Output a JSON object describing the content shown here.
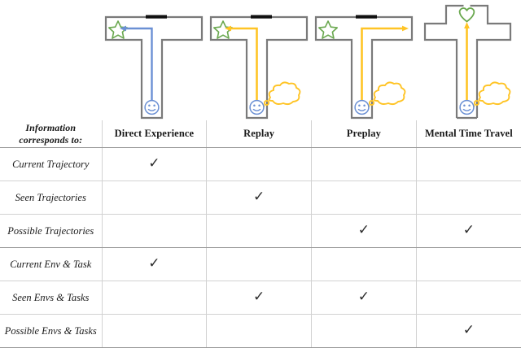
{
  "figure": {
    "kind": "comparison-matrix-with-maze-diagrams"
  },
  "table": {
    "label_header_line1": "Information",
    "label_header_line2": "corresponds to:",
    "columns": [
      {
        "key": "direct_experience",
        "label": "Direct Experience"
      },
      {
        "key": "replay",
        "label": "Replay"
      },
      {
        "key": "preplay",
        "label": "Preplay"
      },
      {
        "key": "mental_time_travel",
        "label": "Mental Time Travel"
      }
    ],
    "rows": [
      {
        "label": "Current Trajectory",
        "marks": [
          true,
          false,
          false,
          false
        ],
        "group_end": false
      },
      {
        "label": "Seen Trajectories",
        "marks": [
          false,
          true,
          false,
          false
        ],
        "group_end": false
      },
      {
        "label": "Possible Trajectories",
        "marks": [
          false,
          false,
          true,
          true
        ],
        "group_end": true
      },
      {
        "label": "Current Env & Task",
        "marks": [
          true,
          false,
          false,
          false
        ],
        "group_end": false
      },
      {
        "label": "Seen Envs & Tasks",
        "marks": [
          false,
          true,
          true,
          false
        ],
        "group_end": false
      },
      {
        "label": "Possible Envs & Tasks",
        "marks": [
          false,
          false,
          false,
          true
        ],
        "group_end": false
      }
    ],
    "check_glyph": "✓"
  },
  "diagrams": [
    {
      "key": "direct_experience",
      "maze_shape": "t-maze",
      "goal_icon": "star-icon",
      "goal_position": "left-arm-end",
      "agent_icon": "smiley-face-icon",
      "path_color": "#6B90D4",
      "path_direction": "up-then-left",
      "thought_bubble": false,
      "barrier": true
    },
    {
      "key": "replay",
      "maze_shape": "t-maze",
      "goal_icon": "star-icon",
      "goal_position": "left-arm-end",
      "agent_icon": "smiley-face-icon",
      "path_color": "#FFC425",
      "path_direction": "up-then-left",
      "thought_bubble": true,
      "barrier": true
    },
    {
      "key": "preplay",
      "maze_shape": "t-maze",
      "goal_icon": "star-icon",
      "goal_position": "left-arm-end",
      "agent_icon": "smiley-face-icon",
      "path_color": "#FFC425",
      "path_direction": "up-then-right",
      "thought_bubble": true,
      "barrier": true
    },
    {
      "key": "mental_time_travel",
      "maze_shape": "plus-maze",
      "goal_icon": "heart-icon",
      "goal_position": "top-arm-end",
      "agent_icon": "smiley-face-icon",
      "path_color": "#FFC425",
      "path_direction": "straight-up",
      "thought_bubble": true,
      "barrier": false
    }
  ],
  "colors": {
    "path_blue": "#6B90D4",
    "path_yellow": "#FFC425",
    "goal_green": "#6AA84F",
    "wall_gray": "#7a7a7a",
    "barrier_black": "#111111",
    "grid_line": "#d2d2d2",
    "section_line": "#9a9a9a"
  }
}
